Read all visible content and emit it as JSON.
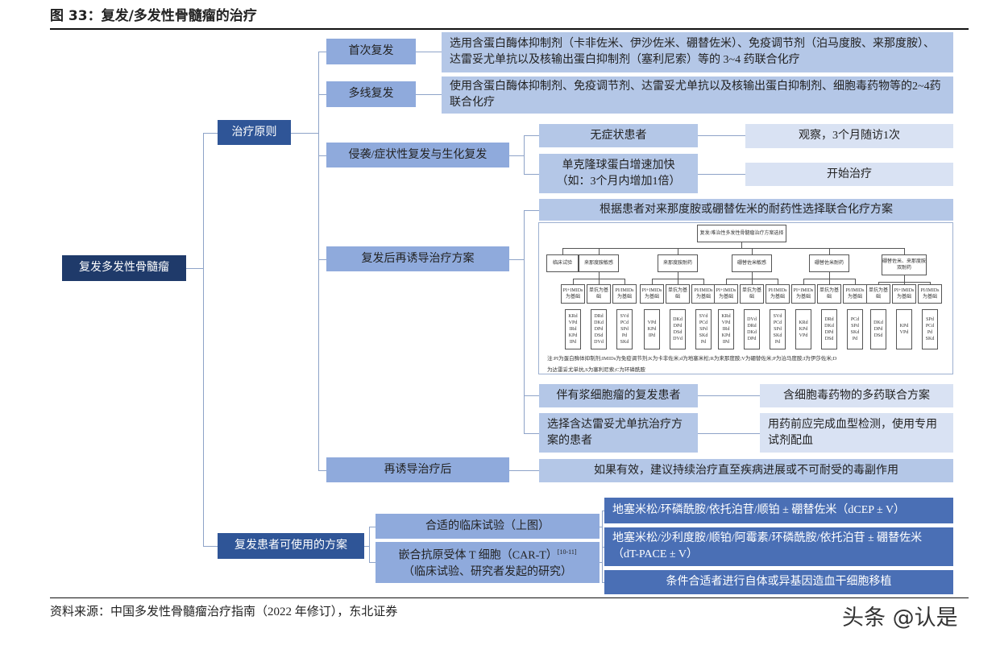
{
  "title": "图 33：复发/多发性骨髓瘤的治疗",
  "root": "复发多发性骨髓瘤",
  "branches": {
    "principles": "治疗原则",
    "options": "复发患者可使用的方案"
  },
  "principles": {
    "first_relapse": {
      "label": "首次复发",
      "detail": "选用含蛋白酶体抑制剂（卡非佐米、伊沙佐米、硼替佐米）、免疫调节剂（泊马度胺、来那度胺）、达雷妥尤单抗以及核输出蛋白抑制剂（塞利尼索）等的 3~4 药联合化疗"
    },
    "multi_relapse": {
      "label": "多线复发",
      "detail": "使用含蛋白酶体抑制剂、免疫调节剂、达雷妥尤单抗以及核输出蛋白抑制剂、细胞毒药物等的2~4药联合化疗"
    },
    "invasive": {
      "label": "侵袭/症状性复发与生化复发",
      "items": [
        {
          "condition": "无症状患者",
          "action": "观察，3个月随访1次"
        },
        {
          "condition": "单克隆球蛋白增速加快（如：3个月内增加1倍）",
          "action": "开始治疗"
        }
      ]
    },
    "reinduction": {
      "label": "复发后再诱导治疗方案",
      "header": "根据患者对来那度胺或硼替佐米的耐药性选择联合化疗方案",
      "items": [
        {
          "condition": "伴有浆细胞瘤的复发患者",
          "action": "含细胞毒药物的多药联合方案"
        },
        {
          "condition": "选择含达雷妥尤单抗治疗方案的患者",
          "action": "用药前应完成血型检测，使用专用试剂配血"
        }
      ]
    },
    "after_reinduction": {
      "label": "再诱导治疗后",
      "detail": "如果有效，建议持续治疗直至疾病进展或不可耐受的毒副作用"
    }
  },
  "flowchart": {
    "root": "复发/难治性多发性骨髓瘤治疗方案选择",
    "trial": "临床试验",
    "groups": [
      {
        "label": "来那度胺敏感",
        "children": [
          {
            "label": "PI+IMIDs为基础",
            "drugs": [
              "KRd",
              "VPd",
              "IRd",
              "KPd",
              "IPd"
            ]
          },
          {
            "label": "单抗为基础",
            "drugs": [
              "DRd",
              "DKd",
              "DPd",
              "DSd",
              "DVd"
            ]
          },
          {
            "label": "PI/IMIDs为基础",
            "drugs": [
              "SVd",
              "PCd",
              "SPd",
              "Pd",
              "SKd"
            ]
          }
        ]
      },
      {
        "label": "来那度胺耐药",
        "children": [
          {
            "label": "PI+IMIDs为基础",
            "drugs": [
              "VPd",
              "KPd",
              "IPd"
            ]
          },
          {
            "label": "单抗为基础",
            "drugs": [
              "DKd",
              "DPd",
              "DSd",
              "DVd"
            ]
          },
          {
            "label": "PI/IMIDs为基础",
            "drugs": [
              "SVd",
              "PCd",
              "SPd",
              "SKd",
              "Pd"
            ]
          }
        ]
      },
      {
        "label": "硼替佐米敏感",
        "children": [
          {
            "label": "PI+IMIDs为基础",
            "drugs": [
              "KRd",
              "VPd",
              "IRd",
              "KPd",
              "IPd"
            ]
          },
          {
            "label": "单抗为基础",
            "drugs": [
              "DVd",
              "DRd",
              "DKd",
              "DPd"
            ]
          },
          {
            "label": "PI/IMIDs为基础",
            "drugs": [
              "SVd",
              "PCd",
              "SPd",
              "SKd",
              "Pd"
            ]
          }
        ]
      },
      {
        "label": "硼替佐米耐药",
        "children": [
          {
            "label": "PI+IMIDs为基础",
            "drugs": [
              "KRd",
              "KPd",
              "VPd"
            ]
          },
          {
            "label": "单抗为基础",
            "drugs": [
              "DRd",
              "DKd",
              "DPd",
              "DSd"
            ]
          },
          {
            "label": "PI/IMIDs为基础",
            "drugs": [
              "PCd",
              "SPd",
              "SKd",
              "Pd"
            ]
          }
        ]
      },
      {
        "label": "硼替佐米、来那度胺双耐药",
        "children": [
          {
            "label": "单抗为基础",
            "drugs": [
              "DKd",
              "DPd",
              "DSd"
            ]
          },
          {
            "label": "PI+IMIDs为基础",
            "drugs": [
              "KPd",
              "VPd"
            ]
          },
          {
            "label": "PI/IMIDs为基础",
            "drugs": [
              "SPd",
              "PCd",
              "Pd",
              "SKd"
            ]
          }
        ]
      }
    ],
    "note_line1": "注:PI为蛋白酶体抑制剂;IMIDs为免疫调节剂;K为卡非佐米;d为地塞米松;R为来那度胺;V为硼替佐米;P为泊马度胺;I为伊莎佐米;D",
    "note_line2": "为达雷妥尤单抗,S为塞利尼索;C为环磷酰胺"
  },
  "options": {
    "trial": "合适的临床试验（上图）",
    "cart": "嵌合抗原受体 T 细胞（CAR-T）",
    "cart_ref": "[10-11]",
    "cart_sub": "（临床试验、研究者发起的研究）",
    "regimens": [
      "地塞米松/环磷酰胺/依托泊苷/顺铂 ± 硼替佐米（dCEP ± V）",
      "地塞米松/沙利度胺/顺铂/阿霉素/环磷酰胺/依托泊苷 ± 硼替佐米（dT-PACE ± V）",
      "条件合适者进行自体或异基因造血干细胞移植"
    ]
  },
  "source": "资料来源：中国多发性骨髓瘤治疗指南（2022 年修订），东北证券",
  "watermark": "头条 @认是",
  "colors": {
    "dark": "#1f3a6a",
    "navy": "#2f5597",
    "mid": "#8faadc",
    "light": "#b4c7e7",
    "pale": "#d9e2f3"
  }
}
